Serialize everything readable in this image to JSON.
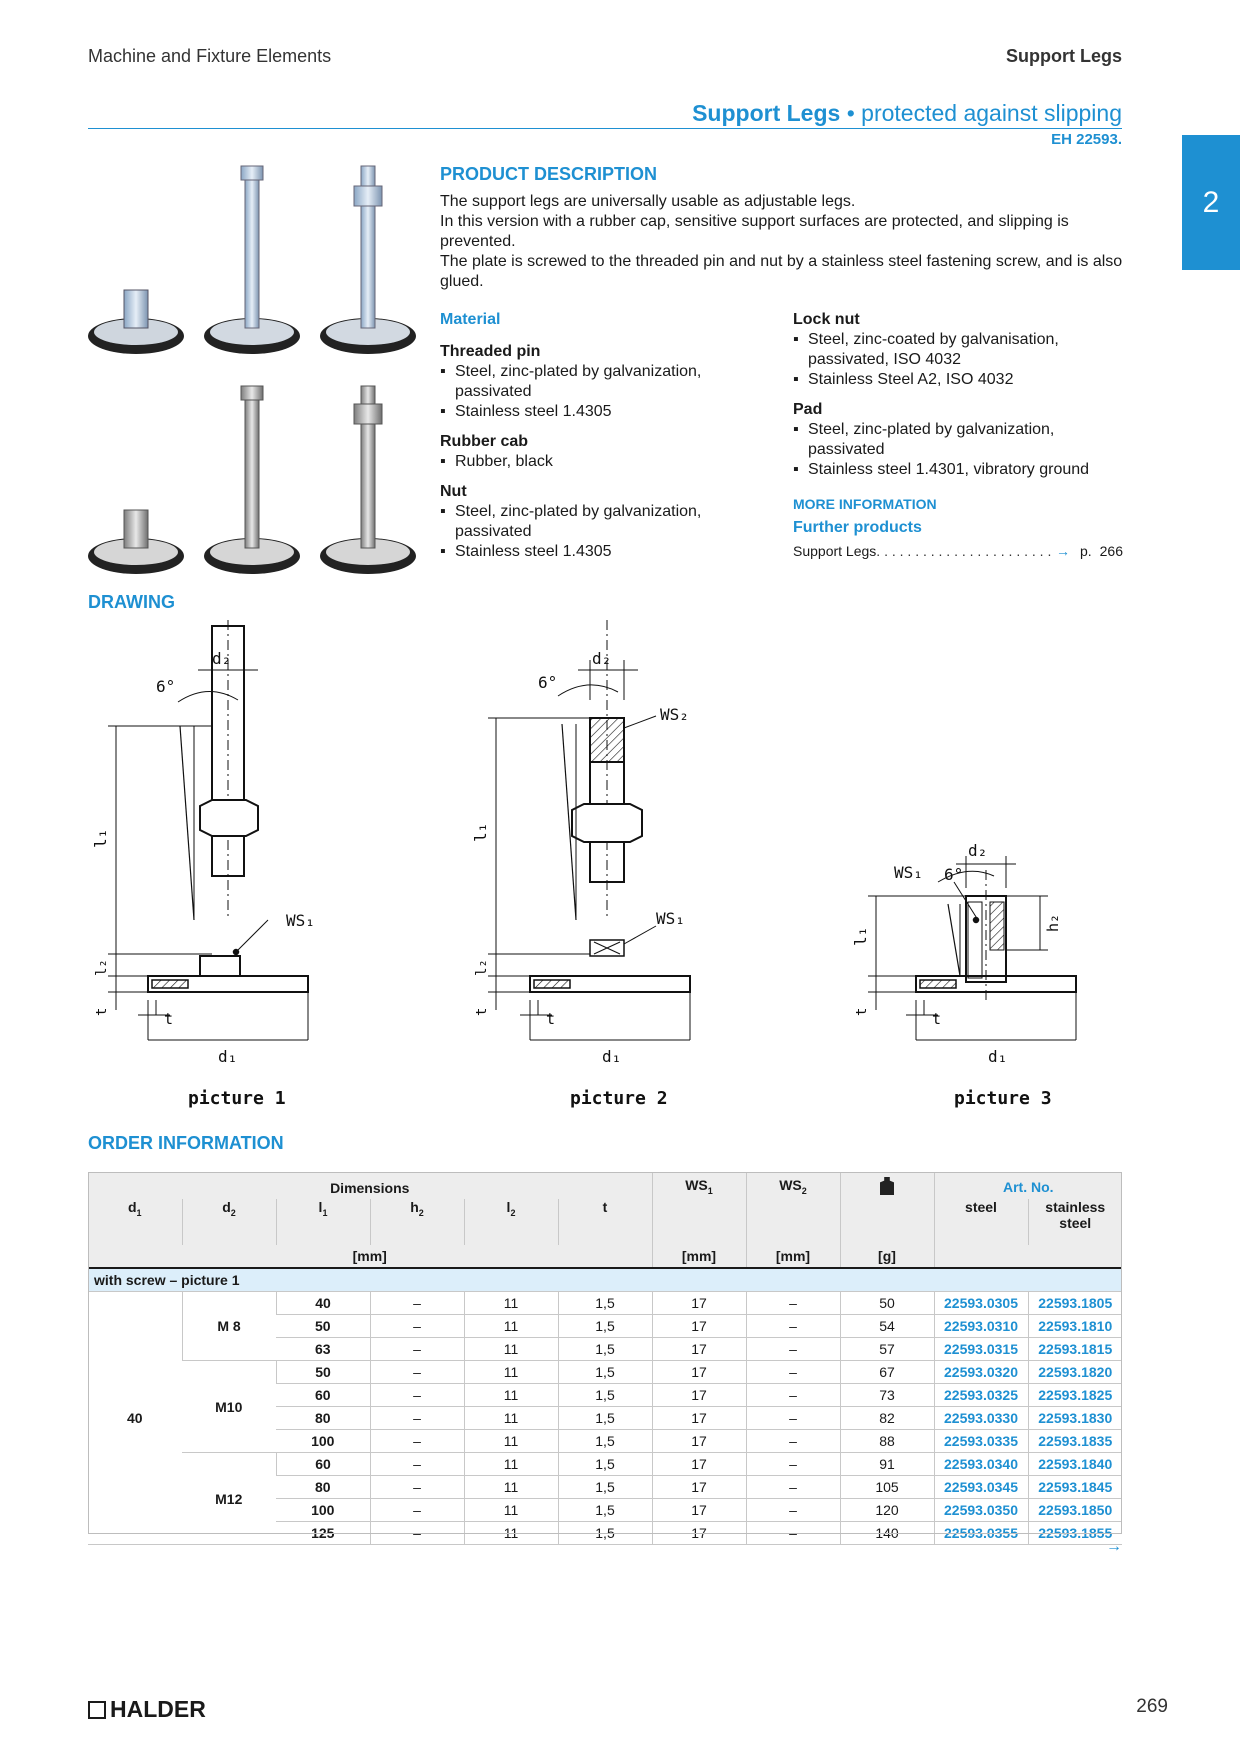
{
  "header": {
    "section": "Machine and Fixture Elements",
    "chapter": "Support Legs"
  },
  "title": {
    "main": "Support Legs",
    "bullet": "•",
    "sub": "protected against slipping",
    "code": "EH 22593."
  },
  "chapter_tab": "2",
  "description": {
    "heading": "PRODUCT DESCRIPTION",
    "lines": [
      "The support legs are universally usable as adjustable legs.",
      "In this version with a rubber cap, sensitive support surfaces are protected, and slipping is prevented.",
      "The plate is screwed to the threaded pin and nut by a stainless steel fastening screw, and is also glued."
    ]
  },
  "material": {
    "heading": "Material",
    "threaded_pin": {
      "label": "Threaded pin",
      "items": [
        "Steel, zinc-plated by galvanization, passivated",
        "Stainless steel 1.4305"
      ]
    },
    "rubber_cab": {
      "label": "Rubber cab",
      "items": [
        "Rubber, black"
      ]
    },
    "nut": {
      "label": "Nut",
      "items": [
        "Steel, zinc-plated by galvanization, passivated",
        "Stainless steel 1.4305"
      ]
    },
    "lock_nut": {
      "label": "Lock nut",
      "items": [
        "Steel, zinc-coated by galvanisation, passivated, ISO 4032",
        "Stainless Steel A2, ISO 4032"
      ]
    },
    "pad": {
      "label": "Pad",
      "items": [
        "Steel, zinc-plated by galvanization, passivated",
        "Stainless steel 1.4301, vibratory ground"
      ]
    }
  },
  "more_info": {
    "heading": "MORE INFORMATION",
    "further": "Further products",
    "ref_label": "Support Legs",
    "ref_dots": " . . . . . . . . . . . . . . . . . . . . . . . . . . . . . . . . . . . .",
    "ref_page_prefix": "p.",
    "ref_page": "266"
  },
  "drawing": {
    "heading": "DRAWING",
    "labels": {
      "d1": "d₁",
      "d2": "d₂",
      "l1": "l₁",
      "l2": "l₂",
      "h2": "h₂",
      "t": "t",
      "ws1": "WS₁",
      "ws2": "WS₂",
      "angle": "6°"
    },
    "pictures": [
      "picture 1",
      "picture 2",
      "picture 3"
    ]
  },
  "order": {
    "heading": "ORDER INFORMATION",
    "header": {
      "dimensions": "Dimensions",
      "d1": "d",
      "d2": "d",
      "l1": "l",
      "h2": "h",
      "l2": "l",
      "t": "t",
      "ws1": "WS",
      "ws2": "WS",
      "artno": "Art. No.",
      "steel": "steel",
      "stainless": "stainless steel",
      "mm": "[mm]",
      "g": "[g]"
    },
    "group": "with screw – picture 1",
    "d1": "40",
    "subgroups": [
      {
        "d2": "M 8",
        "rows": [
          {
            "l1": "40",
            "h2": "–",
            "l2": "11",
            "t": "1,5",
            "ws1": "17",
            "ws2": "–",
            "g": "50",
            "steel": "22593.0305",
            "stainless": "22593.1805"
          },
          {
            "l1": "50",
            "h2": "–",
            "l2": "11",
            "t": "1,5",
            "ws1": "17",
            "ws2": "–",
            "g": "54",
            "steel": "22593.0310",
            "stainless": "22593.1810"
          },
          {
            "l1": "63",
            "h2": "–",
            "l2": "11",
            "t": "1,5",
            "ws1": "17",
            "ws2": "–",
            "g": "57",
            "steel": "22593.0315",
            "stainless": "22593.1815"
          }
        ]
      },
      {
        "d2": "M10",
        "rows": [
          {
            "l1": "50",
            "h2": "–",
            "l2": "11",
            "t": "1,5",
            "ws1": "17",
            "ws2": "–",
            "g": "67",
            "steel": "22593.0320",
            "stainless": "22593.1820"
          },
          {
            "l1": "60",
            "h2": "–",
            "l2": "11",
            "t": "1,5",
            "ws1": "17",
            "ws2": "–",
            "g": "73",
            "steel": "22593.0325",
            "stainless": "22593.1825"
          },
          {
            "l1": "80",
            "h2": "–",
            "l2": "11",
            "t": "1,5",
            "ws1": "17",
            "ws2": "–",
            "g": "82",
            "steel": "22593.0330",
            "stainless": "22593.1830"
          },
          {
            "l1": "100",
            "h2": "–",
            "l2": "11",
            "t": "1,5",
            "ws1": "17",
            "ws2": "–",
            "g": "88",
            "steel": "22593.0335",
            "stainless": "22593.1835"
          }
        ]
      },
      {
        "d2": "M12",
        "rows": [
          {
            "l1": "60",
            "h2": "–",
            "l2": "11",
            "t": "1,5",
            "ws1": "17",
            "ws2": "–",
            "g": "91",
            "steel": "22593.0340",
            "stainless": "22593.1840"
          },
          {
            "l1": "80",
            "h2": "–",
            "l2": "11",
            "t": "1,5",
            "ws1": "17",
            "ws2": "–",
            "g": "105",
            "steel": "22593.0345",
            "stainless": "22593.1845"
          },
          {
            "l1": "100",
            "h2": "–",
            "l2": "11",
            "t": "1,5",
            "ws1": "17",
            "ws2": "–",
            "g": "120",
            "steel": "22593.0350",
            "stainless": "22593.1850"
          },
          {
            "l1": "125",
            "h2": "–",
            "l2": "11",
            "t": "1,5",
            "ws1": "17",
            "ws2": "–",
            "g": "140",
            "steel": "22593.0355",
            "stainless": "22593.1855"
          }
        ]
      }
    ],
    "continue_icon": "arrow-right-icon"
  },
  "footer": {
    "logo": "HALDER",
    "page": "269"
  },
  "colors": {
    "accent": "#1e90d2",
    "group_bg": "#dceefa",
    "header_bg": "#ededed"
  }
}
